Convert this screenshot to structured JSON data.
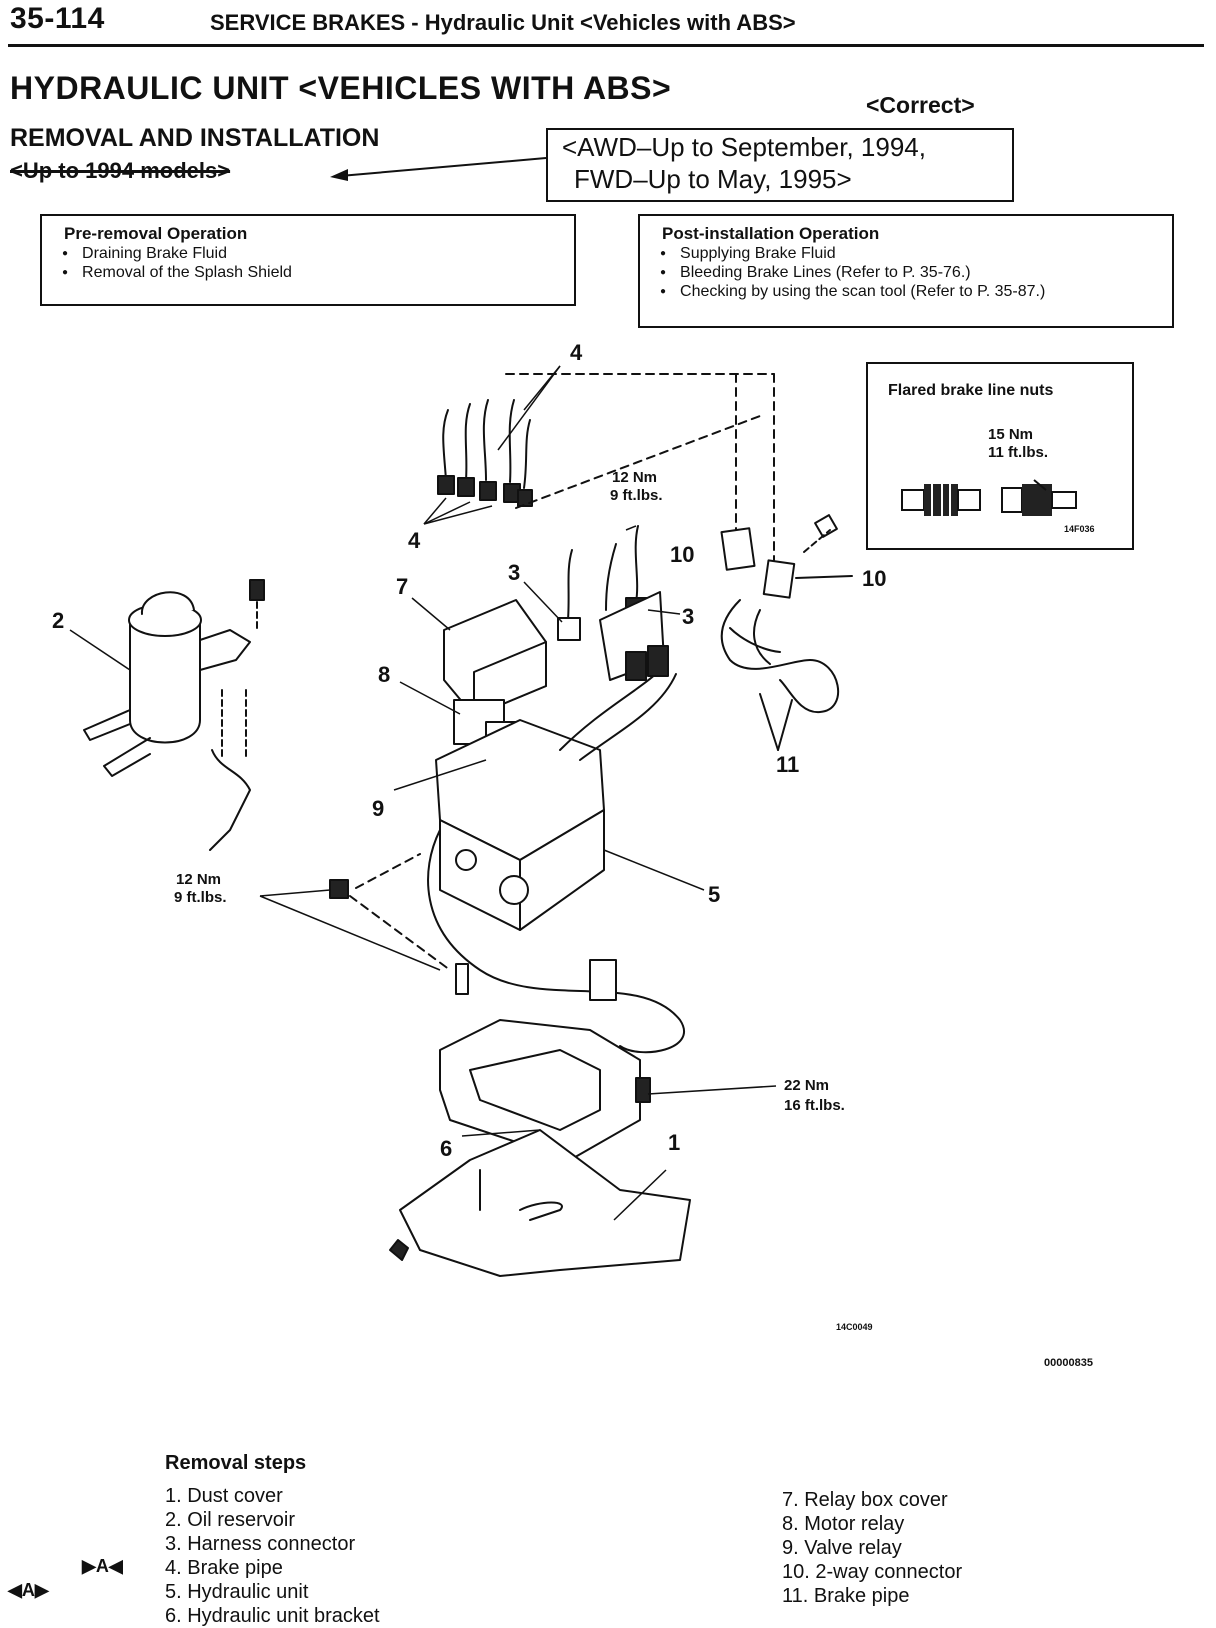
{
  "header": {
    "page_number": "35-114",
    "section_title": "SERVICE BRAKES - Hydraulic Unit <Vehicles with ABS>"
  },
  "title": {
    "main": "HYDRAULIC UNIT <VEHICLES WITH ABS>",
    "correct_tag": "<Correct>",
    "subtitle": "REMOVAL AND INSTALLATION",
    "struck_text": "<Up to 1994 models>",
    "applicability_line1": "<AWD–Up to September, 1994,",
    "applicability_line2": "FWD–Up to May, 1995>"
  },
  "pre_removal": {
    "title": "Pre-removal Operation",
    "items": [
      "Draining Brake Fluid",
      "Removal of the Splash Shield"
    ]
  },
  "post_installation": {
    "title": "Post-installation Operation",
    "items": [
      "Supplying Brake Fluid",
      "Bleeding Brake Lines (Refer to P. 35-76.)",
      "Checking by using the scan tool (Refer to P. 35-87.)"
    ]
  },
  "flare_box": {
    "title": "Flared brake line nuts",
    "torque_nm": "15 Nm",
    "torque_ftlbs": "11 ft.lbs.",
    "code": "14F036"
  },
  "diagram": {
    "callouts": {
      "c1": "1",
      "c2": "2",
      "c3a": "3",
      "c3b": "3",
      "c4a": "4",
      "c4b": "4",
      "c5": "5",
      "c6": "6",
      "c7": "7",
      "c8": "8",
      "c9": "9",
      "c10a": "10",
      "c10b": "10",
      "c11": "11"
    },
    "torques": {
      "top_nm": "12 Nm",
      "top_ft": "9 ft.lbs.",
      "left_nm": "12 Nm",
      "left_ft": "9 ft.lbs.",
      "bottom_nm": "22 Nm",
      "bottom_ft": "16 ft.lbs."
    },
    "figure_code": "14C0049",
    "page_code": "00000835"
  },
  "removal_steps": {
    "title": "Removal steps",
    "marker_a": "▶A◀",
    "marker_b": "◀A▶",
    "left_items": [
      "1. Dust cover",
      "2. Oil reservoir",
      "3. Harness connector",
      "4. Brake pipe",
      "5. Hydraulic unit",
      "6. Hydraulic unit bracket"
    ],
    "right_items": [
      "7. Relay box cover",
      "8. Motor relay",
      "9. Valve relay",
      "10. 2-way connector",
      "11. Brake pipe"
    ]
  }
}
